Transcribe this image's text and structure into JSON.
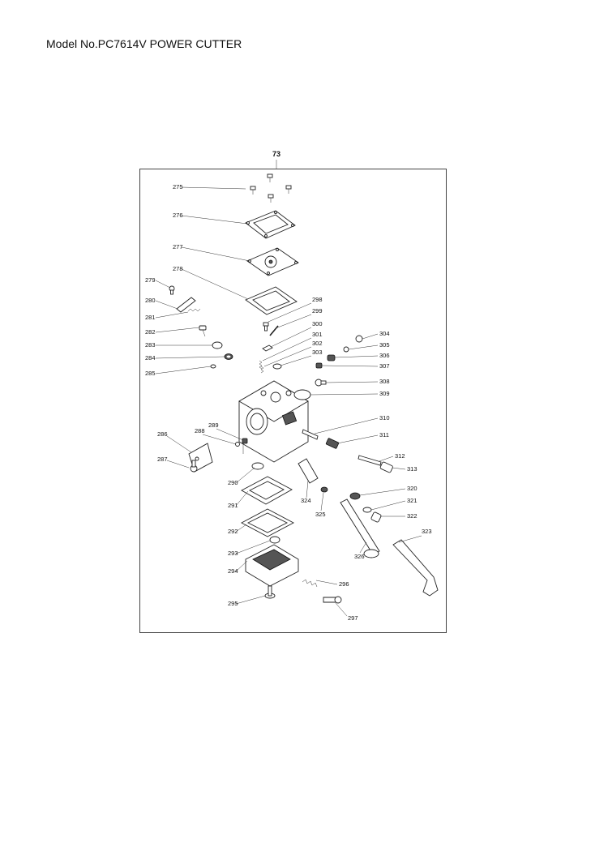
{
  "header": {
    "title": "Model No.PC7614V POWER CUTTER"
  },
  "figure": {
    "number": "73"
  },
  "parts": [
    {
      "id": "275",
      "name": "screw-275"
    },
    {
      "id": "276",
      "name": "cover-276"
    },
    {
      "id": "277",
      "name": "diaphragm-277"
    },
    {
      "id": "278",
      "name": "gasket-278"
    },
    {
      "id": "279",
      "name": "screw-279"
    },
    {
      "id": "280",
      "name": "lever-280"
    },
    {
      "id": "281",
      "name": "spring-281"
    },
    {
      "id": "282",
      "name": "needle-282"
    },
    {
      "id": "283",
      "name": "oring-283"
    },
    {
      "id": "284",
      "name": "oring-284"
    },
    {
      "id": "285",
      "name": "pin-285"
    },
    {
      "id": "286",
      "name": "plate-286"
    },
    {
      "id": "287",
      "name": "screw-287-a"
    },
    {
      "id": "288",
      "name": "ball-288"
    },
    {
      "id": "289",
      "name": "plug-289"
    },
    {
      "id": "290",
      "name": "screen-290"
    },
    {
      "id": "291",
      "name": "gasket-291"
    },
    {
      "id": "292",
      "name": "diaphragm-292"
    },
    {
      "id": "293",
      "name": "plug-293"
    },
    {
      "id": "294",
      "name": "pump-cover-294"
    },
    {
      "id": "295",
      "name": "screw-295"
    },
    {
      "id": "296",
      "name": "spring-296-a"
    },
    {
      "id": "296",
      "name": "spring-296-b"
    },
    {
      "id": "297",
      "name": "screw-297"
    },
    {
      "id": "298",
      "name": "screw-298"
    },
    {
      "id": "299",
      "name": "pin-299"
    },
    {
      "id": "300",
      "name": "clip-300"
    },
    {
      "id": "301",
      "name": "needle-301"
    },
    {
      "id": "302",
      "name": "spring-302"
    },
    {
      "id": "303",
      "name": "washer-303"
    },
    {
      "id": "304",
      "name": "ball-304"
    },
    {
      "id": "305",
      "name": "ball-305"
    },
    {
      "id": "306",
      "name": "plug-306"
    },
    {
      "id": "307",
      "name": "jet-307"
    },
    {
      "id": "308",
      "name": "screw-308"
    },
    {
      "id": "309",
      "name": "valve-309"
    },
    {
      "id": "310",
      "name": "needle-310"
    },
    {
      "id": "311",
      "name": "nut-311"
    },
    {
      "id": "312",
      "name": "needle-312"
    },
    {
      "id": "313",
      "name": "cap-313"
    },
    {
      "id": "320",
      "name": "oring-320"
    },
    {
      "id": "321",
      "name": "washer-321"
    },
    {
      "id": "322",
      "name": "bushing-322"
    },
    {
      "id": "323",
      "name": "lever-323"
    },
    {
      "id": "324",
      "name": "plug-324"
    },
    {
      "id": "325",
      "name": "ring-325"
    },
    {
      "id": "326",
      "name": "shaft-326"
    },
    {
      "id": "287",
      "name": "screw-287-b"
    }
  ]
}
